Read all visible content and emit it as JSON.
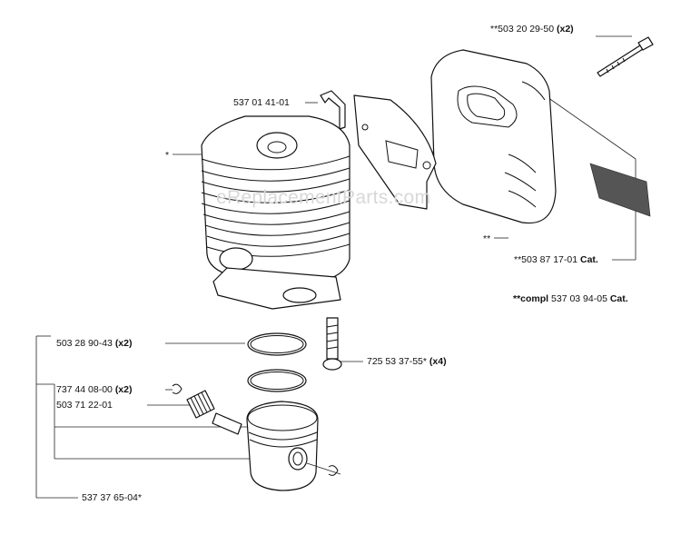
{
  "watermark": "eReplacementParts.com",
  "labels": {
    "bolt_long": {
      "text": "**503 20 29-50",
      "qty": "(x2)"
    },
    "bracket": {
      "text": "537 01 41-01"
    },
    "cylinder": {
      "text": "*"
    },
    "muffler": {
      "text": "**"
    },
    "screen": {
      "text": "**503 87 17-01",
      "qty": "Cat."
    },
    "muffler_compl": {
      "prefix": "**compl",
      "text": "537 03 94-05",
      "qty": "Cat."
    },
    "ring": {
      "text": "503 28 90-43",
      "qty": "(x2)"
    },
    "screw": {
      "text": "725 53 37-55*",
      "qty": "(x4)"
    },
    "circlip": {
      "text": "737 44 08-00",
      "qty": "(x2)"
    },
    "bearing": {
      "text": "503 71 22-01"
    },
    "piston_kit": {
      "text": "537 37 65-04*"
    }
  },
  "colors": {
    "line": "#111111",
    "watermark": "#d8d8d8",
    "background": "#ffffff"
  }
}
